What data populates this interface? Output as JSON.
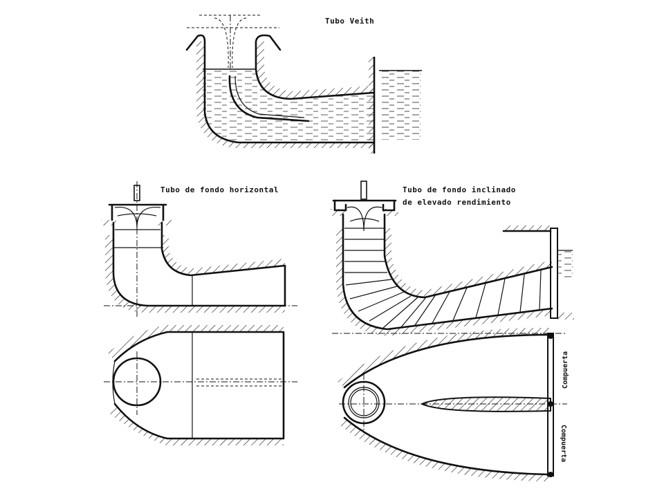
{
  "labels": {
    "veith": "Tubo Veith",
    "horizontal": "Tubo de fondo horizontal",
    "inclined_line1": "Tubo de fondo inclinado",
    "inclined_line2": "de elevado rendimiento",
    "gate_upper": "Compuerta",
    "gate_lower": "Compuerta"
  },
  "colors": {
    "ink": "#111111",
    "paper": "#ffffff"
  }
}
